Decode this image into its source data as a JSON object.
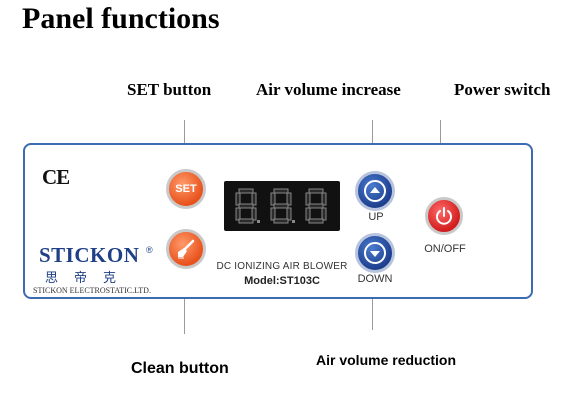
{
  "title": "Panel functions",
  "callouts": {
    "set": "SET button",
    "air_increase": "Air volume increase",
    "power": "Power switch",
    "clean": "Clean button",
    "air_reduction": "Air volume reduction"
  },
  "panel": {
    "ce_mark": "CE",
    "set_button_label": "SET",
    "display_value": "8.8.8",
    "up_label": "UP",
    "down_label": "DOWN",
    "onoff_label": "ON/OFF",
    "brand": "STICKON",
    "brand_mark": "®",
    "brand_chinese": "思帝克",
    "company": "STICKON ELECTROSTATIC.LTD.",
    "product_name": "DC IONIZING AIR BLOWER",
    "model": "Model:ST103C"
  },
  "colors": {
    "panel_border": "#3a6bb3",
    "orange_button": "#e8521c",
    "blue_button": "#1d3f8e",
    "red_button": "#d21d1d",
    "brand_blue": "#1f3f86"
  },
  "icons": {
    "clean": "brush-icon",
    "up": "chevron-up-icon",
    "down": "chevron-down-icon",
    "power": "power-icon"
  }
}
